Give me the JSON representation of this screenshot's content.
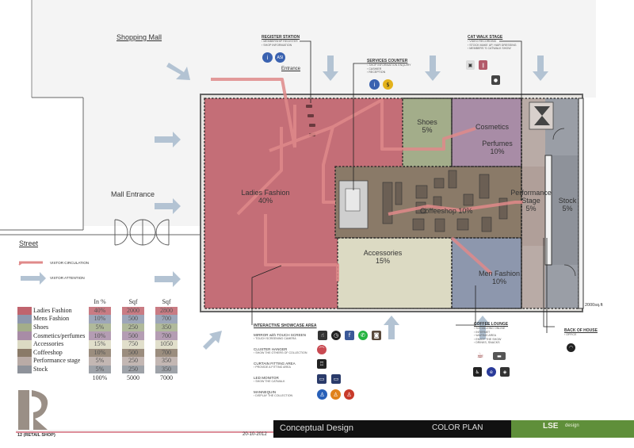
{
  "labels": {
    "shopping_mall": "Shopping Mall",
    "mall_entrance": "Mall Entrance",
    "street": "Street",
    "entrance": "Entrance",
    "visitor_circulation": "VISTOR CIRCULATION",
    "visitor_attention": "VISTOR ATTENTION",
    "area_total": "2000sq.ft"
  },
  "zones": {
    "ladies_fashion": {
      "name": "Ladies Fashion",
      "pct": "40%"
    },
    "shoes": {
      "name": "Shoes",
      "pct": "5%"
    },
    "cosmetics": {
      "name": "Cosmetics",
      "name2": "Perfumes",
      "pct": "10%"
    },
    "performance": {
      "name": "Performance",
      "name2": "Stage",
      "pct": "5%"
    },
    "stock": {
      "name": "Stock",
      "pct": "5%"
    },
    "coffeeshop": {
      "name": "Coffeeshop",
      "pct": "10%"
    },
    "accessories": {
      "name": "Accessories",
      "pct": "15%"
    },
    "mens_fashion": {
      "name": "Men Fashion",
      "pct": "10%"
    }
  },
  "callouts": {
    "register": {
      "title": "REGISTER STATION",
      "items": [
        "MEMBERSHIP REGISTER",
        "SHOP INFORMATION"
      ]
    },
    "services": {
      "title": "SERVICES COUNTER",
      "items": [
        "SHOP INFORMATION ENQUIRY",
        "CASHIER",
        "RECEPTION"
      ]
    },
    "catwalk": {
      "title": "CAT WALK STAGE",
      "items": [
        "VIDEO RECORDING",
        "STOCK MAKE UP, HAIR DRESSING",
        "MEMBERS 'S CATWALK SHOW"
      ]
    },
    "coffee_lounge": {
      "title": "COFFEE LOUNGE",
      "items": [
        "SOCIALIZING ONLINE",
        "INTERNET",
        "WAITING AREA",
        "ENJOY THE SHOW",
        "DRINKS, SNACKS"
      ]
    },
    "back_of_house": {
      "title": "BACK OF HOUSE",
      "items": [
        "OFFICE"
      ]
    }
  },
  "showcase": {
    "title": "INTERACTIVE SHOWCASE AREA",
    "items": [
      {
        "name": "MIRROR with TOUCH SCREEN",
        "sub": "TOUCH SCREENING CAMERA"
      },
      {
        "name": "CLUSTER HANGER",
        "sub": "SHOW THE OTHERS OF COLLECTION"
      },
      {
        "name": "CURTAIN FITTING AREA",
        "sub": "PROVIDE A FITTING AREA"
      },
      {
        "name": "LED MONITOR",
        "sub": "SHOW THE CATWALK"
      },
      {
        "name": "MANNEQUIN",
        "sub": "DISPLAY THE COLLECTION"
      }
    ]
  },
  "legend": {
    "headers": [
      "In %",
      "Sqf",
      "Sqf"
    ],
    "rows": [
      {
        "name": "Ladies Fashion",
        "pct": "40%",
        "s1": "2000",
        "s2": "2800",
        "color": "#c0646e"
      },
      {
        "name": "Mens Fashion",
        "pct": "10%",
        "s1": "500",
        "s2": "700",
        "color": "#8d97ad"
      },
      {
        "name": "Shoes",
        "pct": "5%",
        "s1": "250",
        "s2": "350",
        "color": "#a3ad8a"
      },
      {
        "name": "Cosmetics/perfumes",
        "pct": "10%",
        "s1": "500",
        "s2": "700",
        "color": "#a88ca6"
      },
      {
        "name": "Accessories",
        "pct": "15%",
        "s1": "750",
        "s2": "1050",
        "color": "#dcdac3"
      },
      {
        "name": "Coffeeshop",
        "pct": "10%",
        "s1": "500",
        "s2": "700",
        "color": "#8a7a68"
      },
      {
        "name": "Performance stage",
        "pct": "5%",
        "s1": "250",
        "s2": "350",
        "color": "#b9aba6"
      },
      {
        "name": "Stock",
        "pct": "5%",
        "s1": "250",
        "s2": "350",
        "color": "#8e929a"
      }
    ],
    "totals": [
      "100%",
      "5000",
      "7000"
    ]
  },
  "footer": {
    "project": "12 (RETAIL SHOP)",
    "date": "20-10-2012",
    "title": "Conceptual Design",
    "plan": "COLOR PLAN",
    "brand": "LSE",
    "brand_sub": "design"
  },
  "colors": {
    "circulation": "#e08a8a",
    "attention": "#b3c3d3"
  }
}
